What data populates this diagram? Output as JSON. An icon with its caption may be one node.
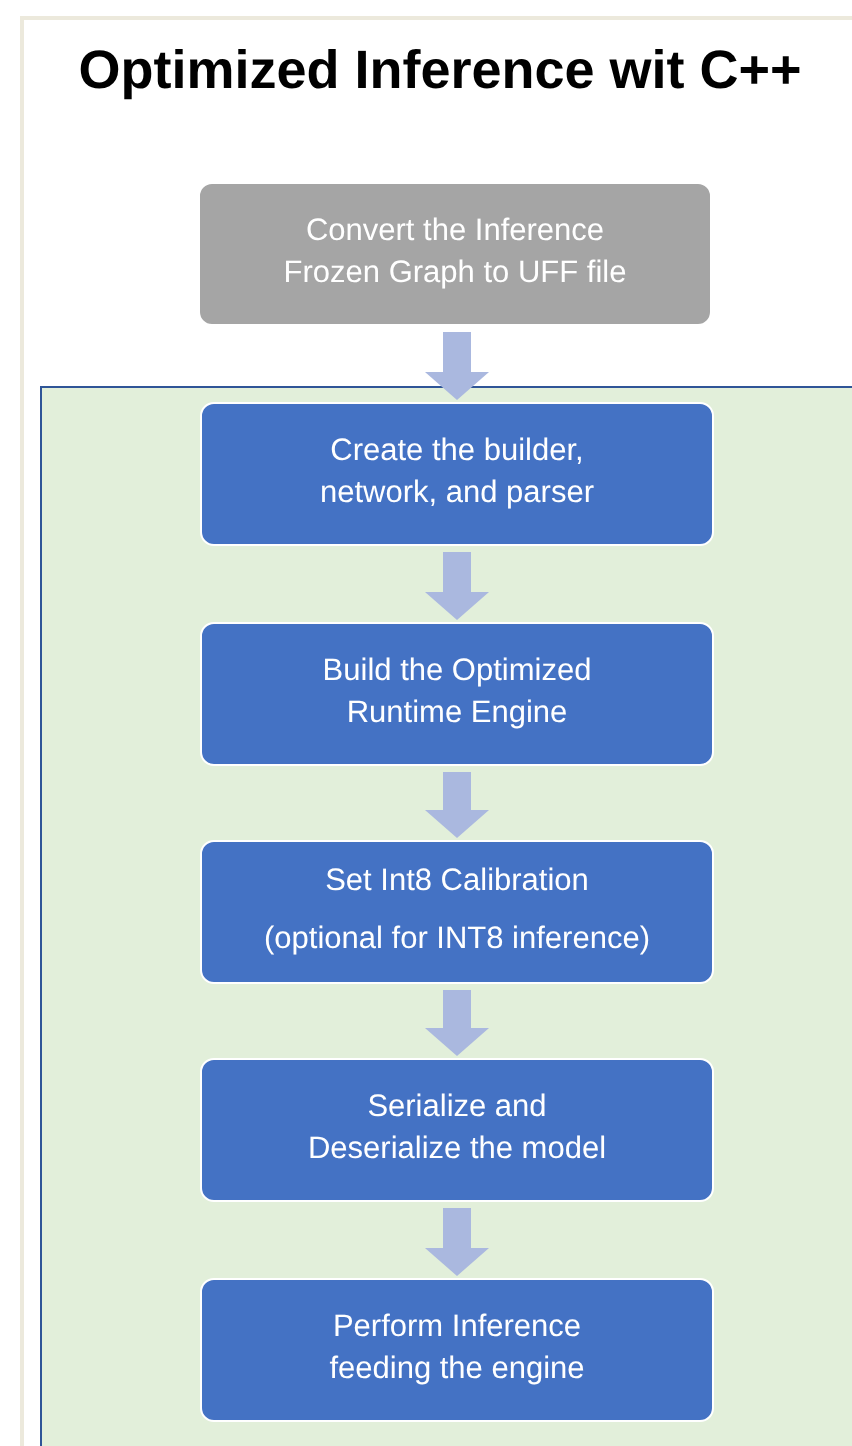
{
  "diagram": {
    "title": "Optimized Inference wit C++",
    "nodes": [
      {
        "text": [
          "Convert the Inference Frozen Graph to UFF file"
        ]
      },
      {
        "text": [],
        "shape": "box"
      },
      {
        "text": [
          "Create the builder, network, and parser"
        ],
        "in": 1
      },
      {
        "text": [
          "Build the Optimized Runtime Engine"
        ],
        "in": 1
      },
      {
        "text": [
          "Set Int8 Calibration",
          "(optional for INT8 inference)"
        ],
        "in": 1
      },
      {
        "text": [
          "Serialize and Deserialize the model"
        ],
        "in": 1
      },
      {
        "text": [
          "Perform Inference feeding the engine"
        ],
        "in": 1
      }
    ],
    "edges": [
      {
        "from": 0,
        "to": 2,
        "arrow": "to"
      },
      {
        "from": 2,
        "to": 3,
        "arrow": "to"
      },
      {
        "from": 3,
        "to": 4,
        "arrow": "to"
      },
      {
        "from": 4,
        "to": 5,
        "arrow": "to"
      },
      {
        "from": 5,
        "to": 6,
        "arrow": "to"
      }
    ]
  }
}
